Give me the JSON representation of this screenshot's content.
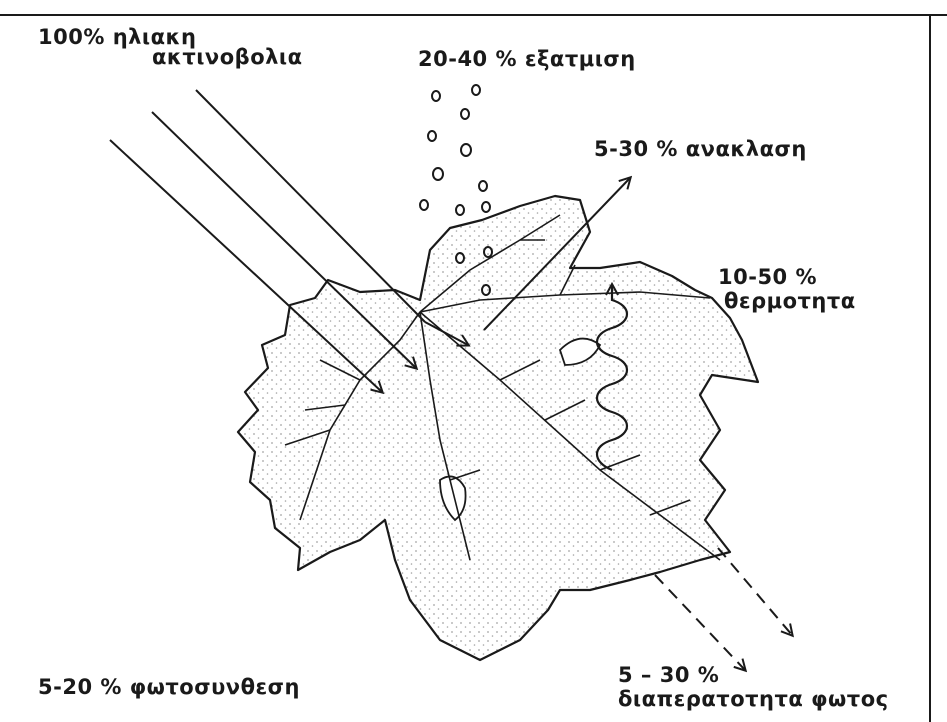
{
  "labels": {
    "solar_line1": "100% ηλιακη",
    "solar_line2": "ακτινοβολια",
    "evaporation": "20-40 % εξατμιση",
    "reflection": "5-30 % ανακλαση",
    "heat_line1": "10-50 %",
    "heat_line2": "θερμοτητα",
    "photosynthesis": "5-20 % φωτοσυνθεση",
    "transmission_line1": "5 – 30 %",
    "transmission_line2": "διαπερατοτητα φωτος"
  },
  "colors": {
    "ink": "#1a1a1a",
    "background": "#ffffff"
  }
}
